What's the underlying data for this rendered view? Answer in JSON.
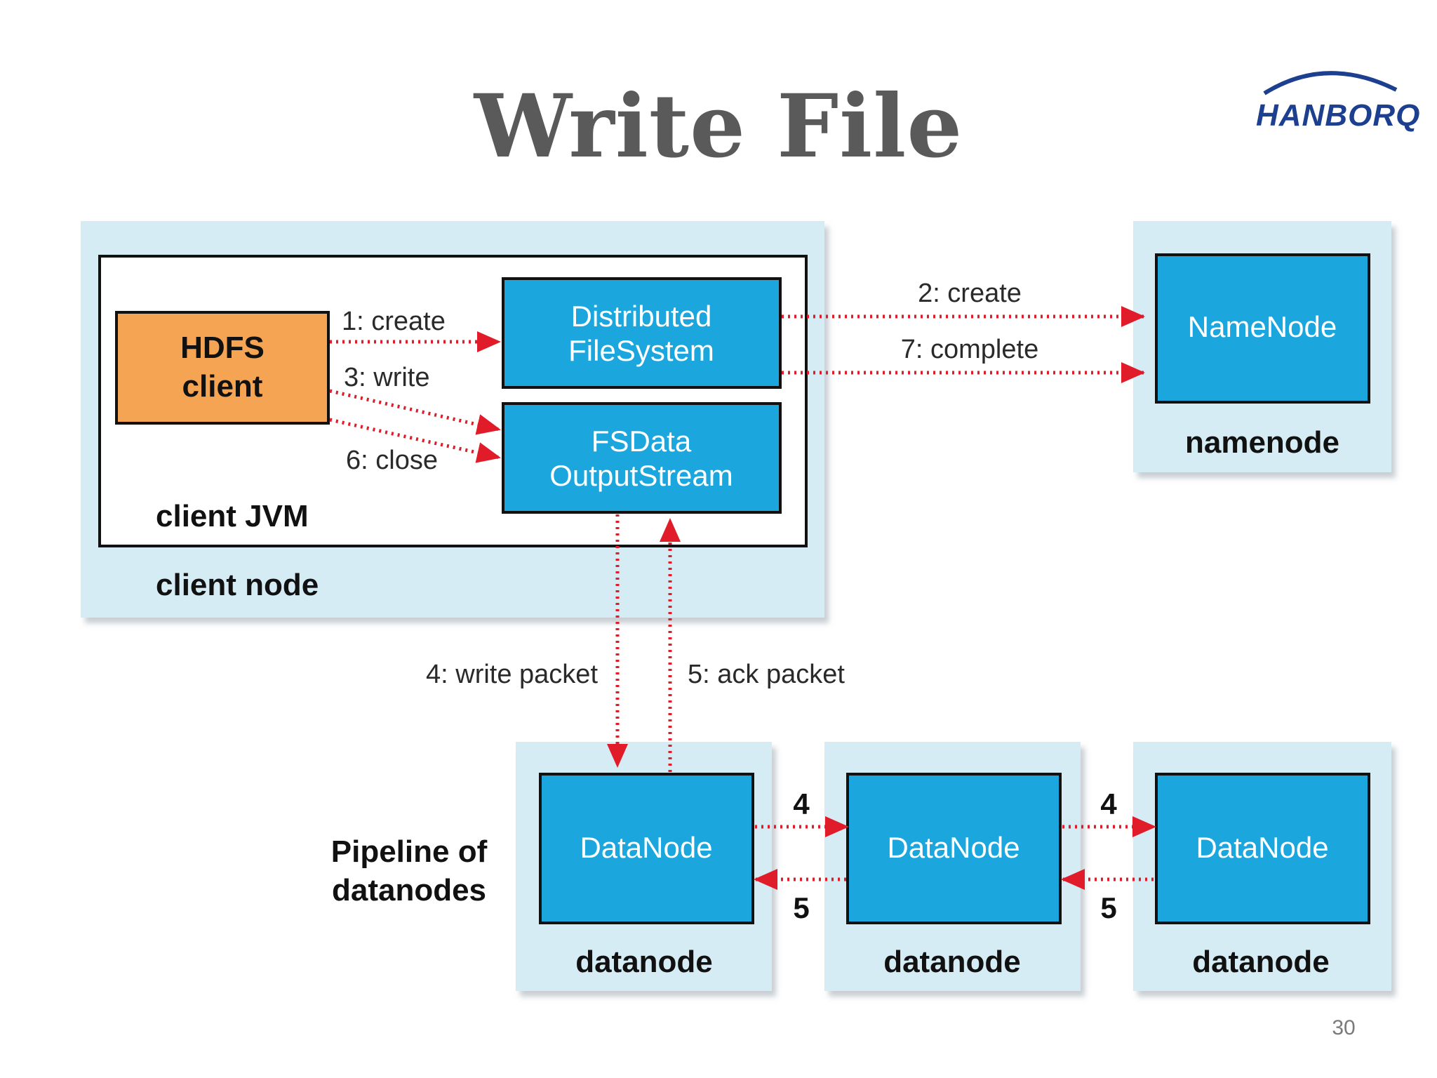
{
  "slide": {
    "title": "Write File",
    "logo_text": "HANBORQ",
    "page_number": "30"
  },
  "diagram": {
    "client_node": {
      "label": "client node",
      "jvm_label": "client JVM",
      "hdfs_client": [
        "HDFS",
        "client"
      ],
      "distributed_fs": [
        "Distributed",
        "FileSystem"
      ],
      "fsdata_stream": [
        "FSData",
        "OutputStream"
      ]
    },
    "namenode": {
      "box_label": "NameNode",
      "node_label": "namenode"
    },
    "arrows": {
      "create_1": "1: create",
      "create_2": "2: create",
      "write_3": "3: write",
      "write_packet_4": "4: write packet",
      "ack_packet_5": "5: ack packet",
      "close_6": "6: close",
      "complete_7": "7: complete",
      "pipe_forward": "4",
      "pipe_ack": "5"
    },
    "pipeline_label": [
      "Pipeline of",
      "datanodes"
    ],
    "datanodes": [
      {
        "box_label": "DataNode",
        "node_label": "datanode"
      },
      {
        "box_label": "DataNode",
        "node_label": "datanode"
      },
      {
        "box_label": "DataNode",
        "node_label": "datanode"
      }
    ]
  },
  "colors": {
    "panel": "#d6ecf5",
    "box_blue": "#1ba7de",
    "box_orange": "#f5a453",
    "arrow_red": "#e01c2a",
    "title_gray": "#5a5a5a",
    "logo_blue": "#1c3f8f"
  }
}
